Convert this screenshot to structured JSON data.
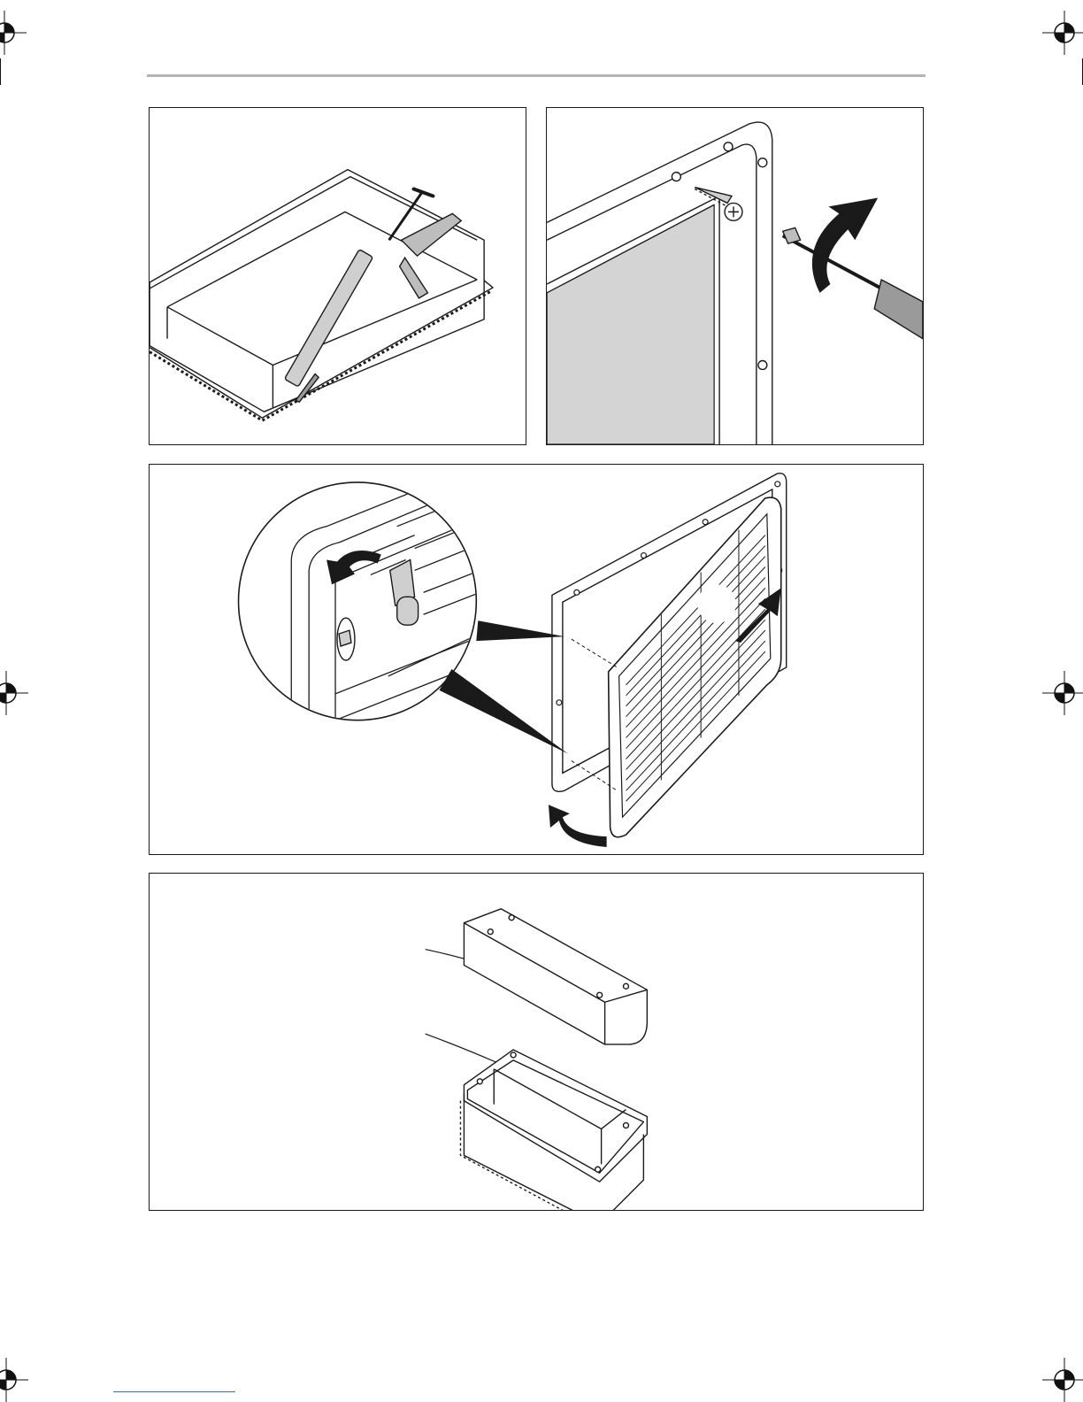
{
  "page": {
    "type": "installation-instruction-figure-page"
  },
  "panels": [
    {
      "id": "sealant",
      "icons": [
        "open-box-icon",
        "caulking-gun-icon",
        "sealant-bead-icon"
      ]
    },
    {
      "id": "screw",
      "icons": [
        "frame-icon",
        "screw-icon",
        "screwdriver-icon",
        "rotate-arrow-icon"
      ]
    },
    {
      "id": "grille",
      "icons": [
        "magnifier-detail-icon",
        "latch-icon",
        "grille-icon",
        "slide-arrow-icon",
        "swing-arrow-icon"
      ]
    },
    {
      "id": "assembly",
      "icons": [
        "cover-block-icon",
        "mounting-frame-icon",
        "leader-line-icon"
      ]
    }
  ],
  "colors": {
    "line": "#1a1a1a",
    "fill_gray": "#d4d4d4",
    "header_rule": "#b4b4b4",
    "footer_rule": "#3a6cc0"
  }
}
